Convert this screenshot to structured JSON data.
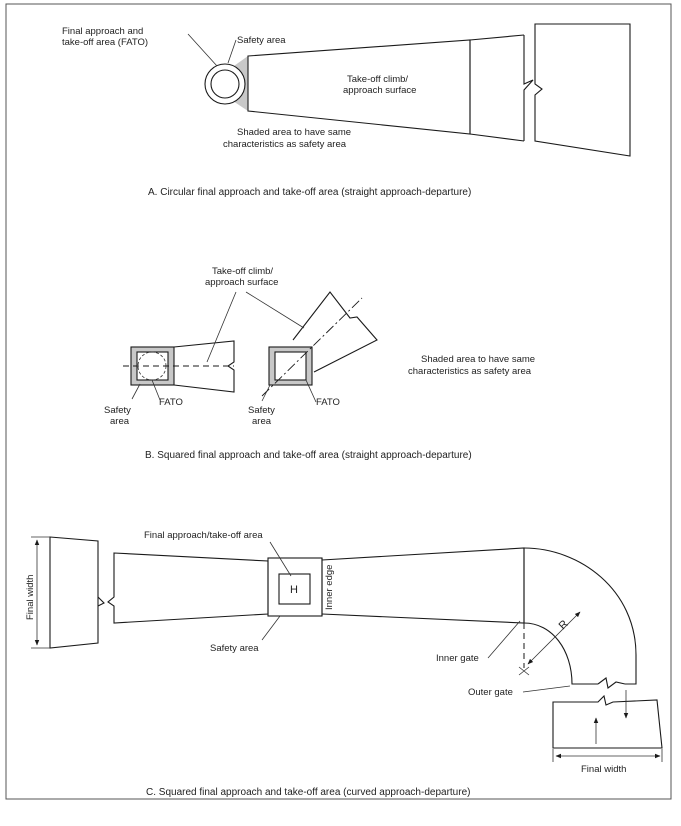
{
  "panel_a": {
    "fato_label_line1": "Final approach and",
    "fato_label_line2": "take-off area (FATO)",
    "safety_area": "Safety area",
    "surface_line1": "Take-off climb/",
    "surface_line2": "approach surface",
    "shaded_line1": "Shaded area to have same",
    "shaded_line2": "characteristics as safety area",
    "caption": "A.  Circular final approach and take-off area (straight approach-departure)"
  },
  "panel_b": {
    "surface_line1": "Take-off climb/",
    "surface_line2": "approach surface",
    "shaded_line1": "Shaded area to have same",
    "shaded_line2": "characteristics as safety area",
    "safety_line1": "Safety",
    "safety_line2": "area",
    "fato": "FATO",
    "safety2_line1": "Safety",
    "safety2_line2": "area",
    "fato2": "FATO",
    "caption": "B.  Squared final approach and take-off area (straight approach-departure)"
  },
  "panel_c": {
    "final_width_left": "Final width",
    "fato_label": "Final approach/take-off area",
    "h_marker": "H",
    "inner_edge": "Inner edge",
    "safety_area": "Safety area",
    "radius": "R",
    "inner_gate": "Inner gate",
    "outer_gate": "Outer gate",
    "final_width_bottom": "Final width",
    "caption": "C.  Squared final approach and take-off area (curved approach-departure)"
  }
}
